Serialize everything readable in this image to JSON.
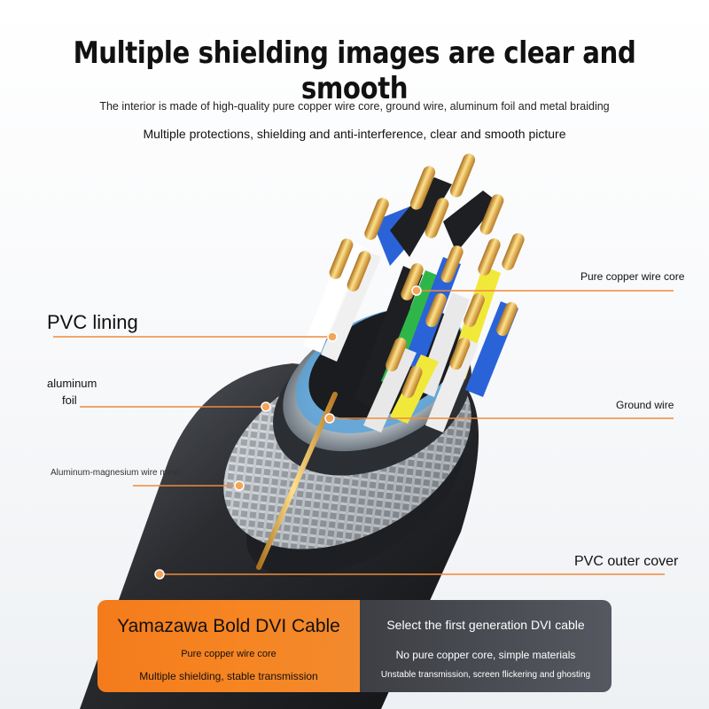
{
  "header": {
    "title": "Multiple shielding images are clear and smooth",
    "subtitle_1": "The interior is made of high-quality pure copper wire core, ground wire, aluminum foil and metal braiding",
    "subtitle_2": "Multiple protections, shielding and anti-interference, clear and smooth picture"
  },
  "labels": {
    "pvc_lining": "PVC lining",
    "aluminum_foil_line1": "aluminum",
    "aluminum_foil_line2": "foil",
    "wire_mesh": "Aluminum-magnesium wire mesh",
    "copper_core": "Pure copper wire core",
    "ground_wire": "Ground wire",
    "outer_cover": "PVC outer cover"
  },
  "comparison": {
    "left": {
      "title": "Yamazawa Bold DVI Cable",
      "line1": "Pure copper wire core",
      "line2": "Multiple shielding, stable transmission"
    },
    "right": {
      "title": "Select the first generation DVI cable",
      "line1": "No pure copper core, simple materials",
      "line2": "Unstable transmission, screen flickering and ghosting"
    }
  },
  "colors": {
    "accent_orange": "#f47b1b",
    "dark_panel": "#474a50",
    "copper": "#d9a441"
  }
}
